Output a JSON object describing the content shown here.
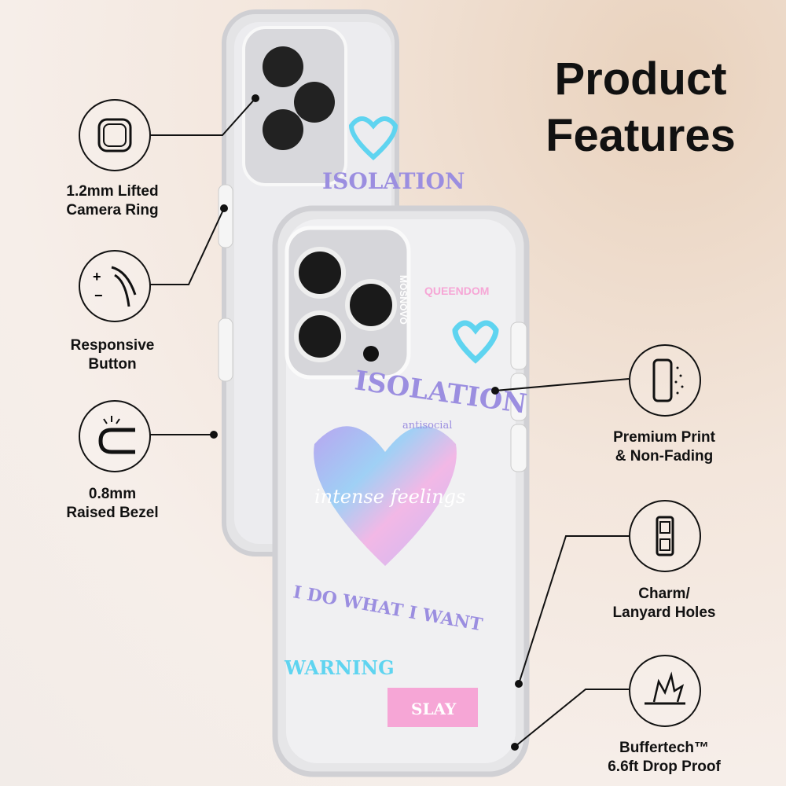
{
  "title": {
    "line1": "Product",
    "line2": "Features"
  },
  "features": [
    {
      "line1": "1.2mm Lifted",
      "line2": "Camera Ring",
      "icon": "camera-ring-icon"
    },
    {
      "line1": "Responsive",
      "line2": "Button",
      "icon": "button-press-icon"
    },
    {
      "line1": "0.8mm",
      "line2": "Raised Bezel",
      "icon": "bezel-icon"
    },
    {
      "line1": "Premium Print",
      "line2": "& Non-Fading",
      "icon": "print-spray-icon"
    },
    {
      "line1": "Charm/",
      "line2": "Lanyard Holes",
      "icon": "lanyard-hole-icon"
    },
    {
      "line1": "Buffertech™",
      "line2": "6.6ft Drop Proof",
      "icon": "drop-impact-icon"
    }
  ],
  "case_print": {
    "brand": "MOSNOVO",
    "queendom": "QUEENDOM",
    "isolation": "ISOLATION",
    "antisocial": "antisocial",
    "intense": "intense feelings",
    "want": "I DO WHAT I WANT",
    "warning": "WARNING",
    "slay": "SLAY"
  },
  "colors": {
    "lavender": "#9b8ee0",
    "pink": "#f6a6d6",
    "cyan": "#5fd4f0"
  }
}
